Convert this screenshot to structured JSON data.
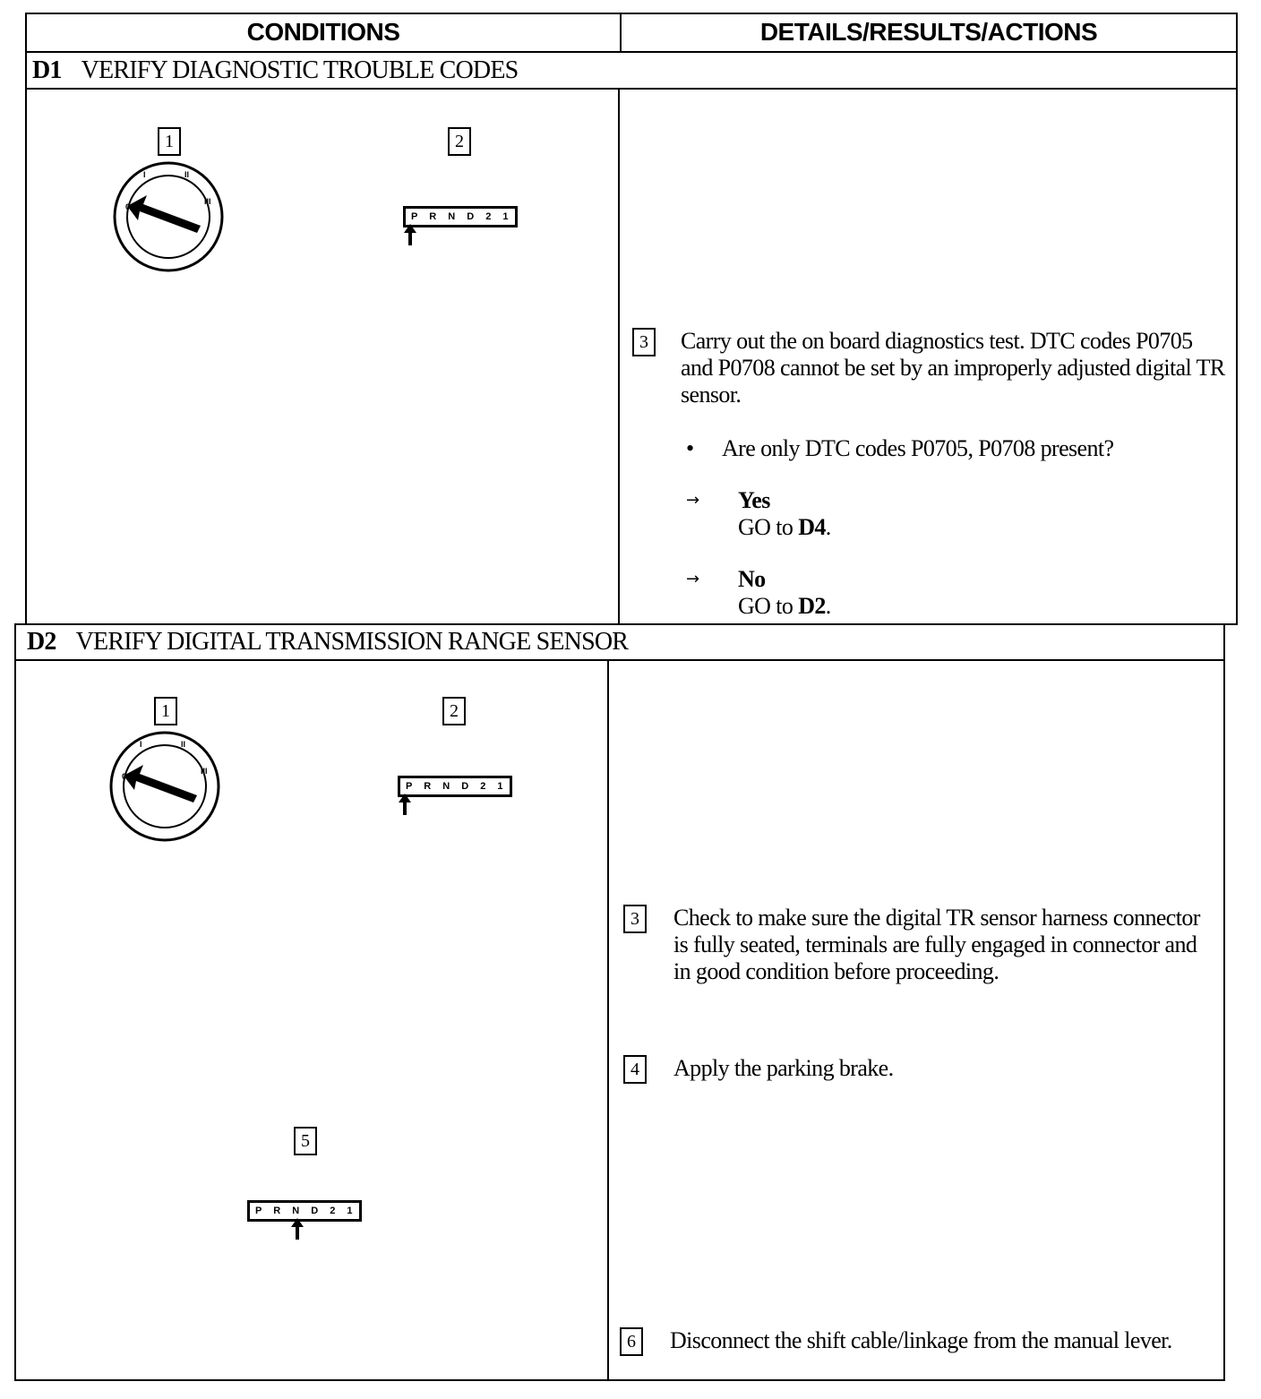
{
  "header": {
    "col_conditions": "CONDITIONS",
    "col_details": "DETAILS/RESULTS/ACTIONS"
  },
  "d1": {
    "id": "D1",
    "title": "VERIFY DIAGNOSTIC TROUBLE CODES",
    "fig_steps": [
      "1",
      "2"
    ],
    "step3": {
      "num": "3",
      "text": "Carry out the on board diagnostics test. DTC codes P0705 and P0708 cannot be set by an improperly adjusted digital TR sensor."
    },
    "question": "Are only DTC codes P0705, P0708 present?",
    "yes_label": "Yes",
    "yes_go": "GO to ",
    "yes_target": "D4",
    "no_label": "No",
    "no_go": "GO to ",
    "no_target": "D2",
    "punct": "."
  },
  "d2": {
    "id": "D2",
    "title": "VERIFY DIGITAL TRANSMISSION RANGE SENSOR",
    "fig_steps": [
      "1",
      "2",
      "5"
    ],
    "step3": {
      "num": "3",
      "text": "Check to make sure the digital TR sensor harness connector is fully seated, terminals are fully engaged in connector and in good condition before proceeding."
    },
    "step4": {
      "num": "4",
      "text": "Apply the parking brake."
    },
    "step6": {
      "num": "6",
      "text": "Disconnect the shift cable/linkage from the manual lever."
    }
  },
  "prnd": "P R N D 2 1",
  "ignition_marks": [
    "0",
    "I",
    "II",
    "III"
  ]
}
